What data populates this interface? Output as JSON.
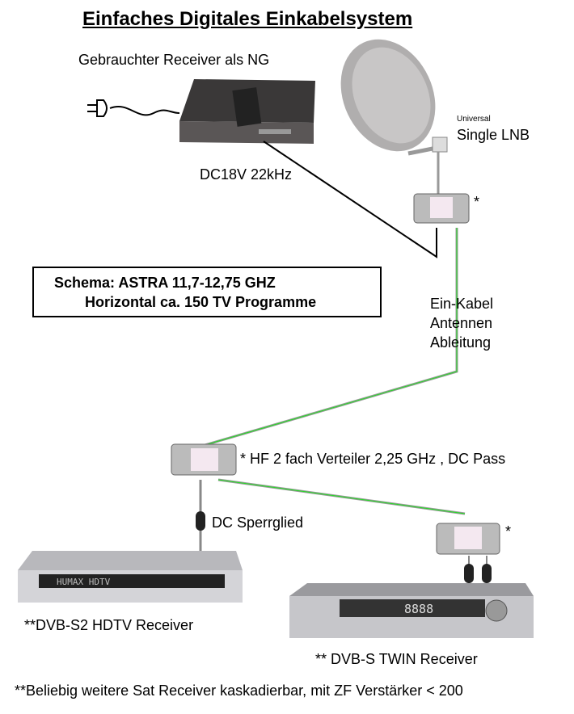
{
  "title": "Einfaches Digitales Einkabelsystem",
  "receiver_ng_label": "Gebrauchter Receiver als NG",
  "lnb": {
    "small": "Universal",
    "label": "Single LNB"
  },
  "dc_label": "DC18V 22kHz",
  "schema": {
    "line1": "Schema: ASTRA 11,7-12,75 GHZ",
    "line2": "Horizontal ca. 150 TV Programme"
  },
  "cable": {
    "line1": "Ein-Kabel",
    "line2": "Antennen",
    "line3": "Ableitung"
  },
  "splitter_star": "*",
  "splitter_label": "* HF 2 fach Verteiler 2,25 GHz , DC Pass",
  "dc_block": "DC Sperrglied",
  "receiver1": {
    "label": "**DVB-S2 HDTV Receiver",
    "brand": "HUMAX HDTV"
  },
  "receiver2": {
    "label": "** DVB-S TWIN Receiver",
    "display": "8888"
  },
  "footer": "**Beliebig weitere Sat Receiver kaskadierbar, mit ZF Verstärker < 200"
}
